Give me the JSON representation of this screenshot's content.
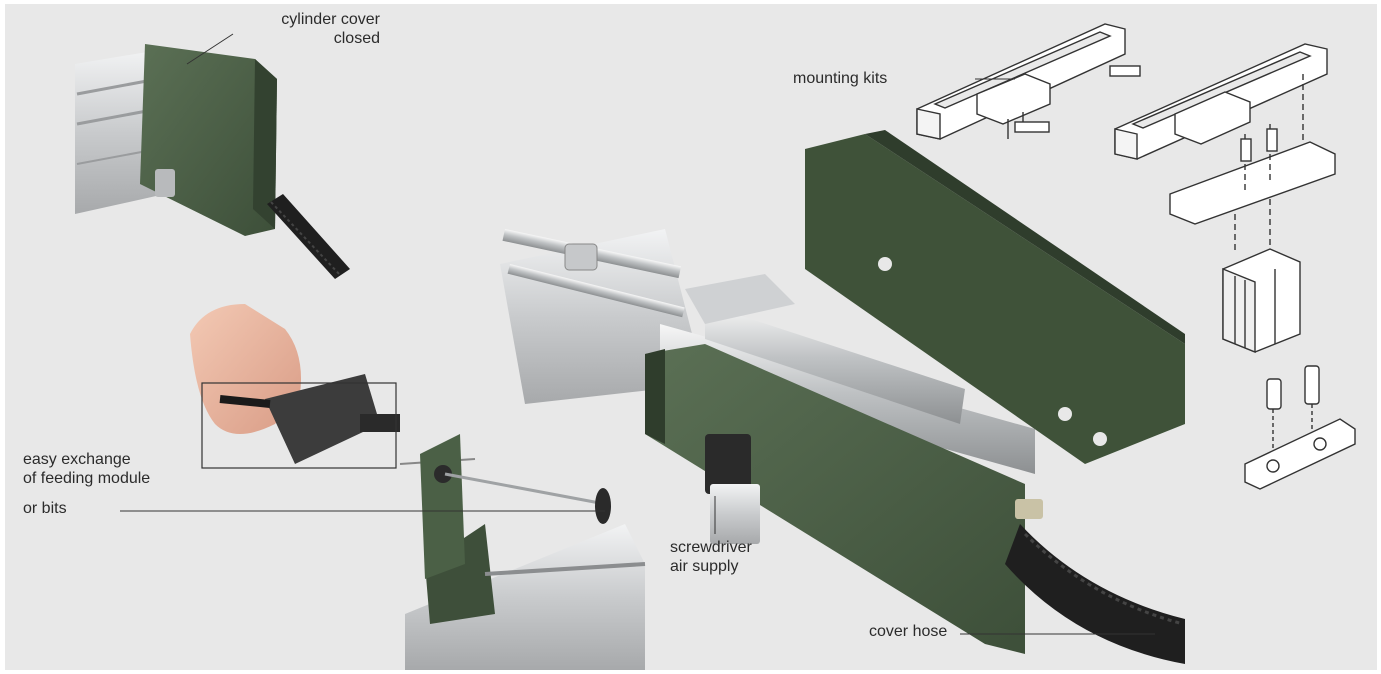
{
  "labels": {
    "cylinder_cover_line1": "cylinder cover",
    "cylinder_cover_line2": "closed",
    "mounting_kits": "mounting kits",
    "easy_exchange_line1": "easy exchange",
    "easy_exchange_line2": "of feeding module",
    "or_bits": "or bits",
    "screwdriver_line1": "screwdriver",
    "screwdriver_line2": "air supply",
    "cover_hose": "cover hose"
  },
  "colors": {
    "background": "#e8e8e8",
    "module_green": "#4a5f45",
    "aluminium": "#d4d6d8",
    "hose_black": "#222222",
    "label_text": "#2b2b2b"
  }
}
